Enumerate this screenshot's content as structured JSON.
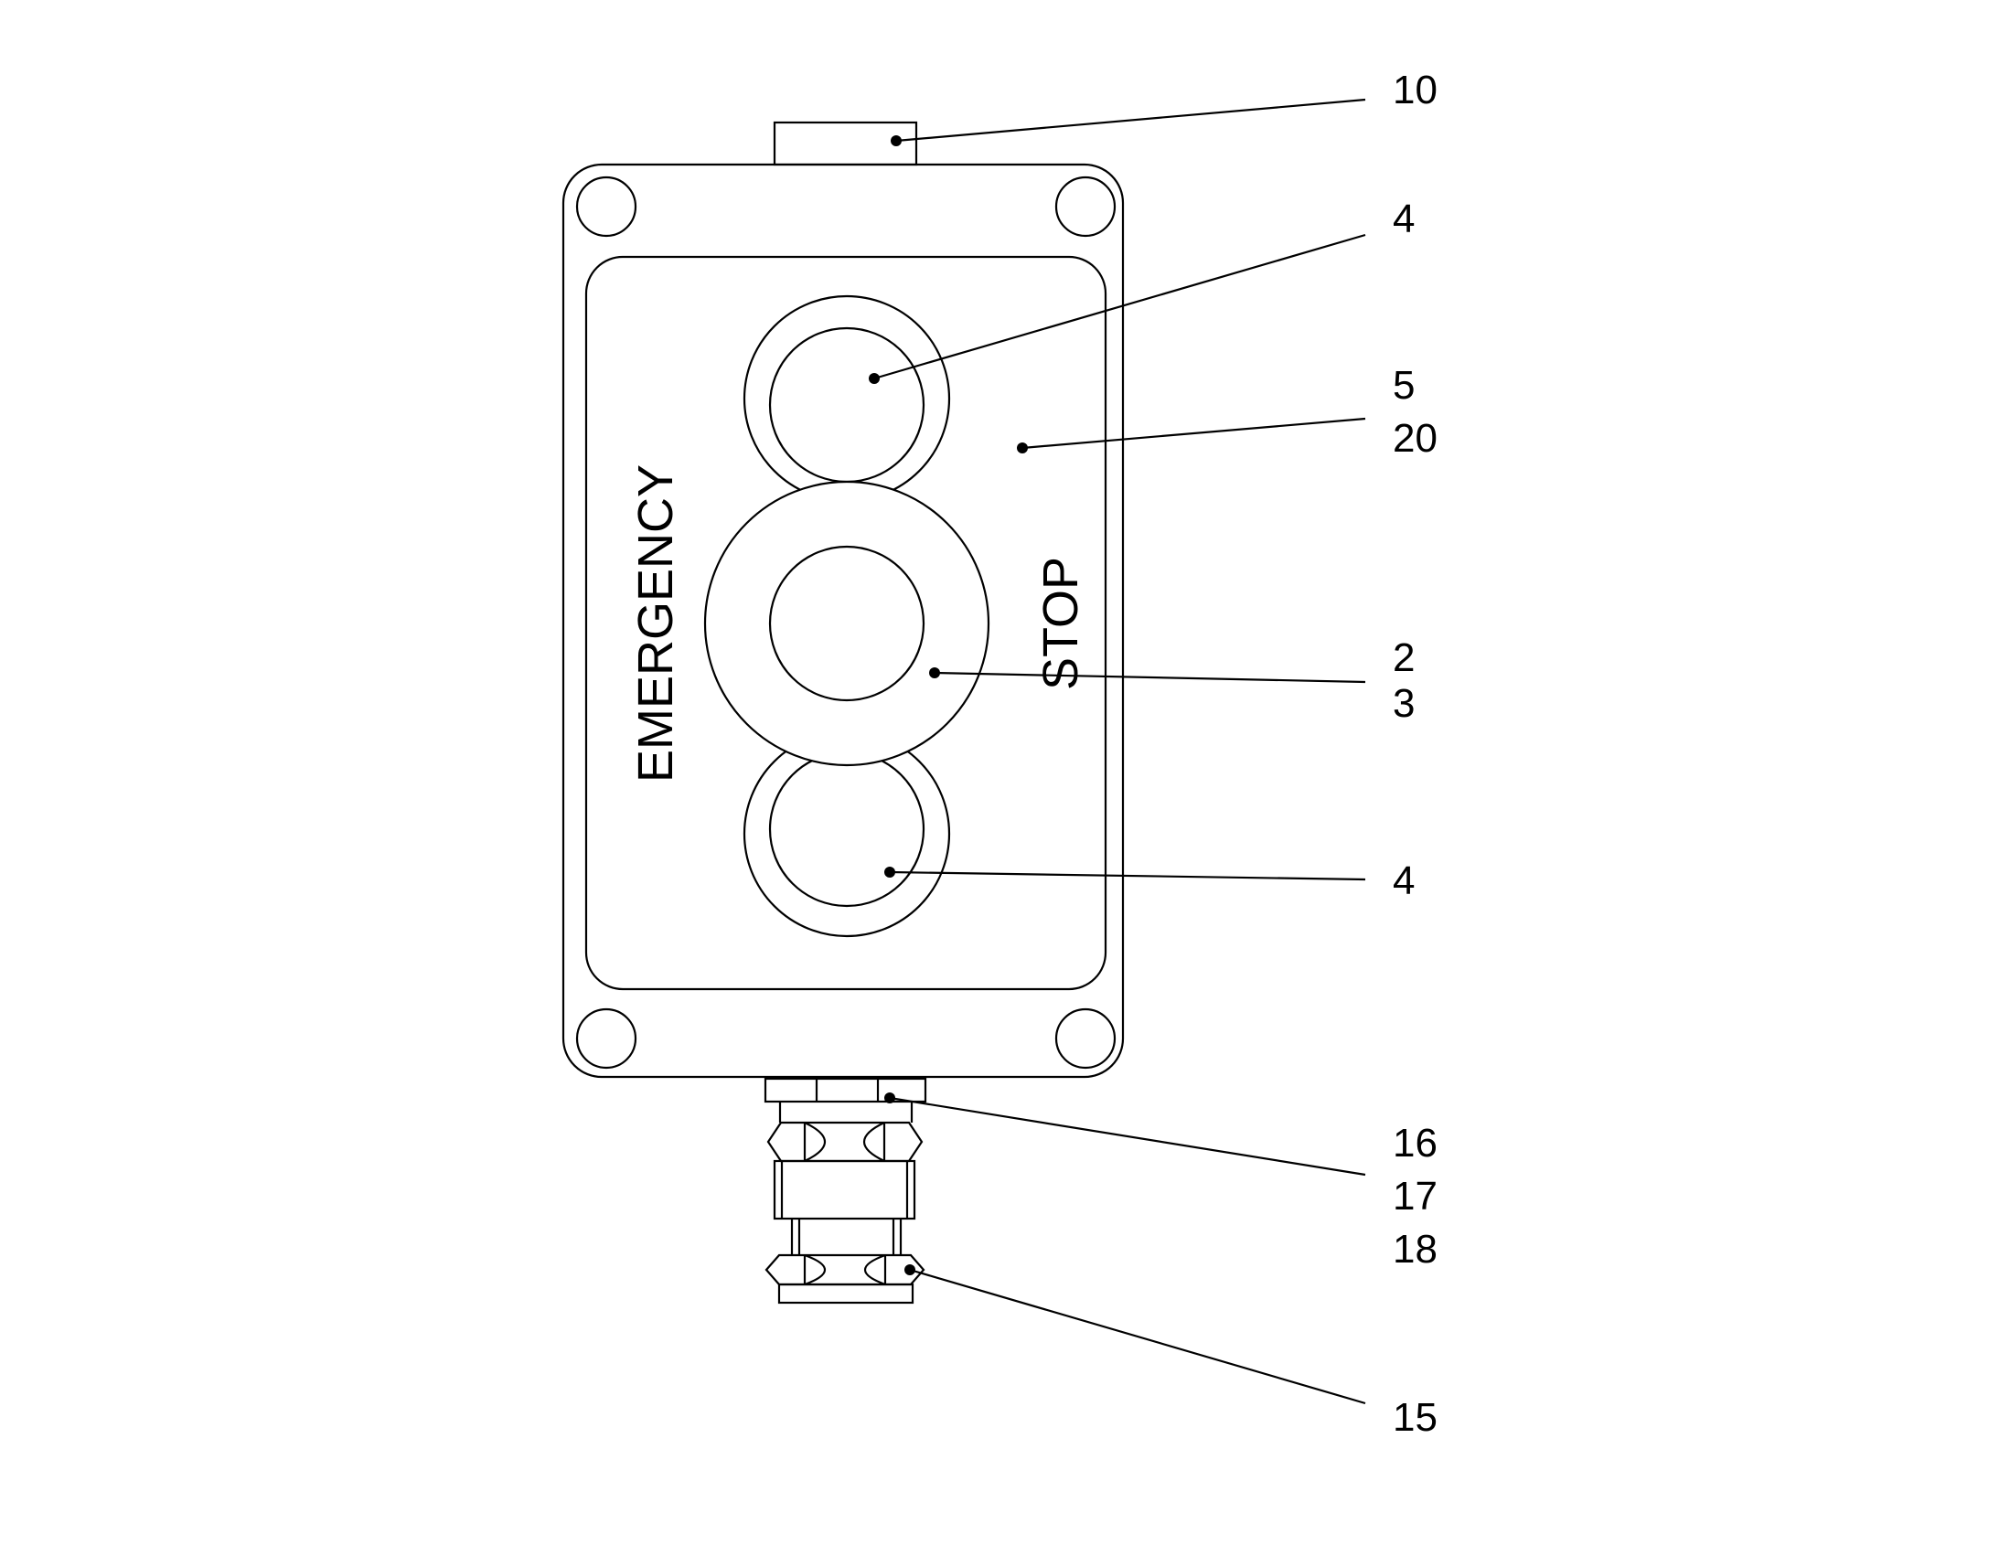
{
  "panel": {
    "label_left": "EMERGENCY",
    "label_right": "STOP"
  },
  "callouts": {
    "c10": [
      "10"
    ],
    "c4_top": [
      "4"
    ],
    "c5_20": [
      "5",
      "20"
    ],
    "c2_3": [
      "2",
      "3"
    ],
    "c4_bottom": [
      "4"
    ],
    "c16_18": [
      "16",
      "17",
      "18"
    ],
    "c15": [
      "15"
    ]
  }
}
